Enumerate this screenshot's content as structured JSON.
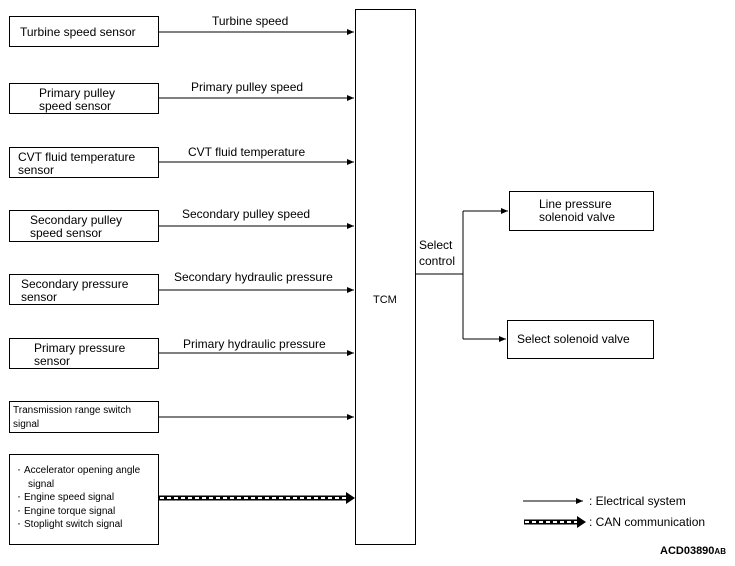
{
  "inputs": [
    {
      "box": "Turbine speed sensor",
      "signal": "Turbine speed"
    },
    {
      "box_line1": "Primary pulley",
      "box_line2": "speed sensor",
      "signal": "Primary pulley speed"
    },
    {
      "box_line1": "CVT fluid temperature",
      "box_line2": "sensor",
      "signal": "CVT fluid temperature"
    },
    {
      "box_line1": "Secondary pulley",
      "box_line2": "speed sensor",
      "signal": "Secondary pulley speed"
    },
    {
      "box_line1": "Secondary pressure",
      "box_line2": "sensor",
      "signal": "Secondary hydraulic pressure"
    },
    {
      "box_line1": "Primary pressure",
      "box_line2": "sensor",
      "signal": "Primary hydraulic pressure"
    },
    {
      "box_line1": "Transmission range switch",
      "box_line2": "signal"
    }
  ],
  "can_inputs": {
    "items": [
      "Accelerator opening angle",
      "signal",
      "Engine speed signal",
      "Engine torque signal",
      "Stoplight switch signal"
    ]
  },
  "tcm": {
    "label": "TCM"
  },
  "output": {
    "label_line1": "Select",
    "label_line2": "control",
    "targets": [
      {
        "line1": "Line pressure",
        "line2": "solenoid valve"
      },
      {
        "line1": "Select solenoid valve"
      }
    ]
  },
  "legend": {
    "electrical": ": Electrical system",
    "can": ": CAN communication"
  },
  "ref_code": {
    "main": "ACD03890",
    "suffix": "AB"
  }
}
